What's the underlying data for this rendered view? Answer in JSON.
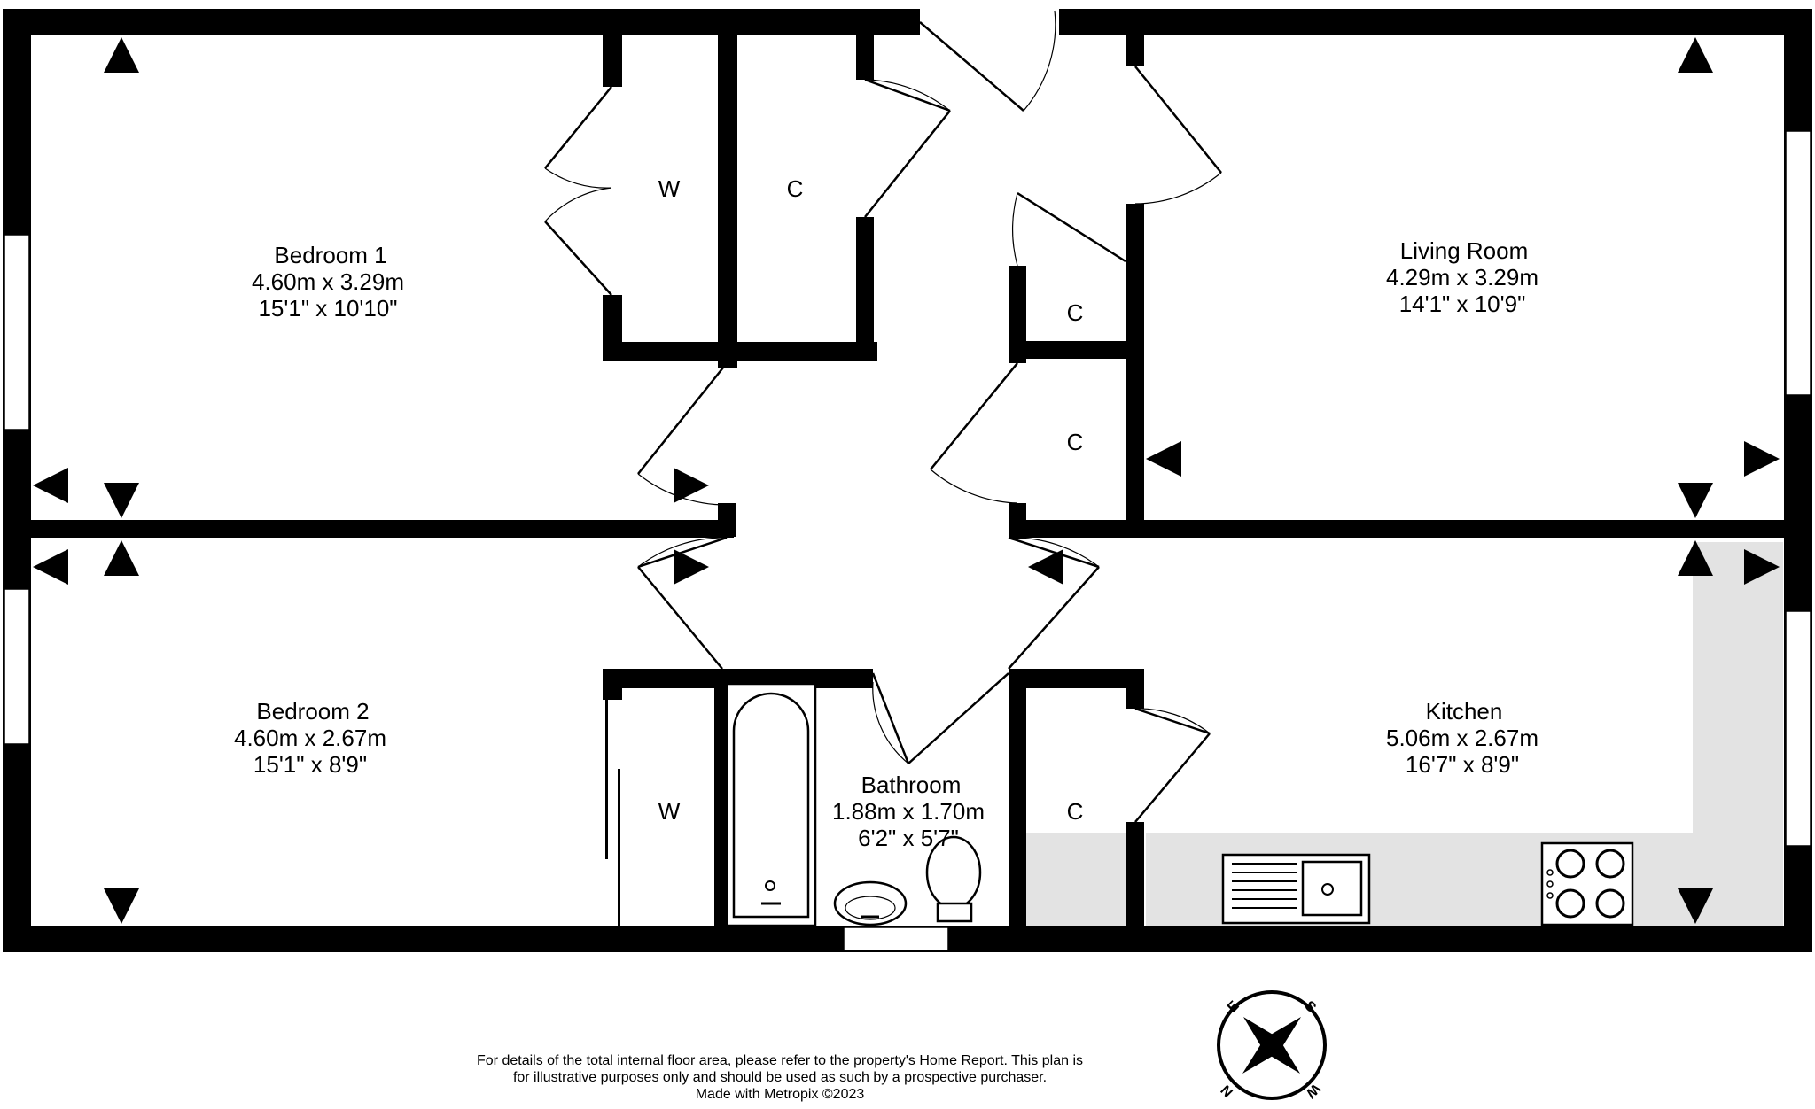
{
  "rooms": {
    "bedroom1": {
      "name": "Bedroom 1",
      "metric": "4.60m  x 3.29m",
      "imperial": "15'1\"  x 10'10\""
    },
    "living": {
      "name": "Living Room",
      "metric": "4.29m  x 3.29m",
      "imperial": "14'1\"  x 10'9\""
    },
    "bedroom2": {
      "name": "Bedroom 2",
      "metric": "4.60m  x 2.67m",
      "imperial": "15'1\"  x 8'9\""
    },
    "bathroom": {
      "name": "Bathroom",
      "metric": "1.88m  x 1.70m",
      "imperial": "6'2\"  x 5'7\""
    },
    "kitchen": {
      "name": "Kitchen",
      "metric": "5.06m  x 2.67m",
      "imperial": "16'7\"  x 8'9\""
    }
  },
  "closets": {
    "wardrobe1": "W",
    "cupboard1": "C",
    "cupboard2": "C",
    "cupboard3": "C",
    "wardrobe2": "W",
    "cupboard4": "C"
  },
  "compass": {
    "n": "N",
    "e": "E",
    "s": "S",
    "w": "W"
  },
  "footer": {
    "line1": "For details of the total internal floor area, please refer to the property's Home Report. This plan is",
    "line2": "for illustrative purposes only and should be used as such by a prospective purchaser.",
    "line3": "Made with Metropix ©2023"
  }
}
